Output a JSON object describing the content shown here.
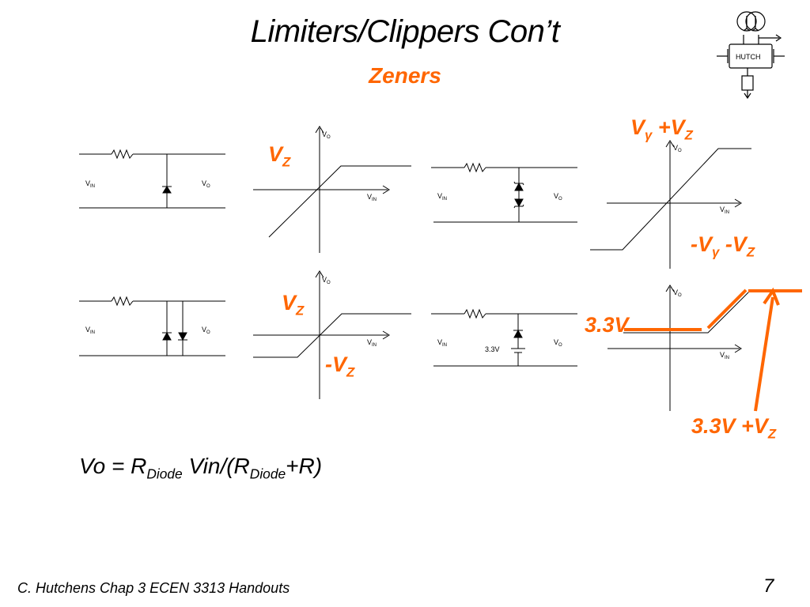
{
  "title": "Limiters/Clippers Con’t",
  "subtitle": "Zeners",
  "labels": {
    "vz_top": "V",
    "vz_top_sub": "Z",
    "vz_mid": "V",
    "vz_mid_sub": "Z",
    "neg_vz": "-V",
    "neg_vz_sub": "Z",
    "vgamma_vz_v": "V",
    "vgamma_vz_gamma": "γ",
    "vgamma_vz_plus": " +V",
    "vgamma_vz_sub": "Z",
    "neg_vgamma_v": "-V",
    "neg_vgamma_gamma": "γ",
    "neg_vgamma_rest": " -V",
    "neg_vgamma_sub": "Z",
    "v33": "3.3V",
    "v33_plus": "3.3V +V",
    "v33_plus_sub": "Z"
  },
  "formula": {
    "a": "Vo = R",
    "sub1": "Diode",
    "b": " Vin/(R",
    "sub2": "Diode",
    "c": "+R)"
  },
  "circuit_text": {
    "vin": "V",
    "vin_sub": "IN",
    "vo": "V",
    "vo_sub": "O",
    "battery": "3.3V",
    "logo": "HUTCH"
  },
  "footer": "C. Hutchens Chap 3 ECEN 3313 Handouts",
  "page_number": "7",
  "colors": {
    "accent": "#ff6600",
    "ink": "#000000"
  }
}
